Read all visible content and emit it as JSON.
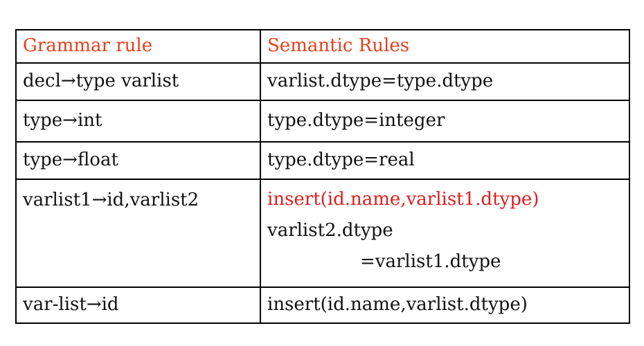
{
  "table": {
    "headers": {
      "grammar": "Grammar rule",
      "semantic": "Semantic Rules"
    },
    "rows": [
      {
        "grammar": "decl→type varlist",
        "semantic": [
          "varlist.dtype=type.dtype"
        ]
      },
      {
        "grammar": "type→int",
        "semantic": [
          "type.dtype=integer"
        ]
      },
      {
        "grammar": "type→float",
        "semantic": [
          "type.dtype=real"
        ]
      },
      {
        "grammar": "varlist1→id,varlist2",
        "semantic": [
          "insert(id.name,varlist1.dtype)",
          "varlist2.dtype",
          "=varlist1.dtype"
        ]
      },
      {
        "grammar": "var-list→id",
        "semantic": [
          "insert(id.name,varlist.dtype)"
        ]
      }
    ]
  },
  "colors": {
    "header_text": "#e8401c",
    "highlight_text": "#e01e1e",
    "body_text": "#111111",
    "border": "#000000"
  }
}
